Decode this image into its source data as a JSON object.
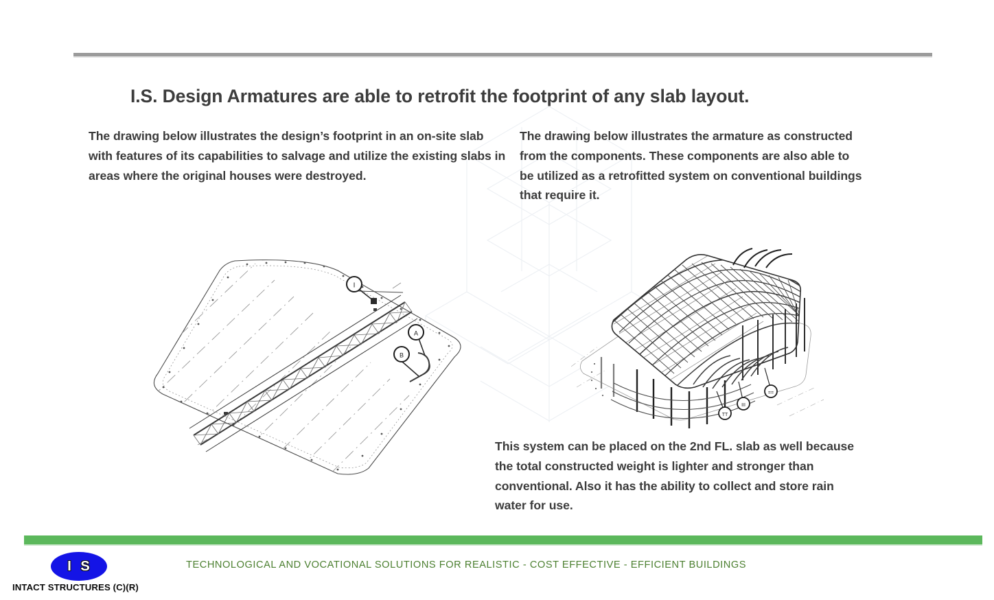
{
  "slide": {
    "background_color": "#ffffff",
    "title": "I.S. Design Armatures are able to retrofit the footprint of any slab layout.",
    "top_rule_color": "#9b9b9b"
  },
  "body": {
    "paragraph_left": "The drawing below illustrates the design’s footprint in an on-site slab with features of its capabilities to salvage and utilize the existing slabs in areas where the original houses were destroyed.",
    "paragraph_right_top": "The drawing below illustrates the armature as constructed from the components. These components are also able to be utilized as a retrofitted system on conventional buildings that require it.",
    "paragraph_right_bottom": "This system can be placed on the 2nd FL. slab as well because the total constructed weight is lighter and stronger than conventional. Also it has the ability to collect and store rain water for use."
  },
  "figures": {
    "left": {
      "name": "slab-footprint-isometric-drawing",
      "callouts": [
        "I",
        "A",
        "B"
      ]
    },
    "right": {
      "name": "armature-assembly-isometric-drawing",
      "callouts": [
        "TT",
        "III",
        "=="
      ]
    }
  },
  "footer": {
    "rule_color": "#5cb85c",
    "logo_letters": "I S",
    "logo_color": "#1414e6",
    "brand": "INTACT STRUCTURES (C)(R)",
    "tagline": "TECHNOLOGICAL AND VOCATIONAL SOLUTIONS FOR REALISTIC - COST EFFECTIVE - EFFICIENT BUILDINGS",
    "tagline_color": "#4b7f2f"
  }
}
